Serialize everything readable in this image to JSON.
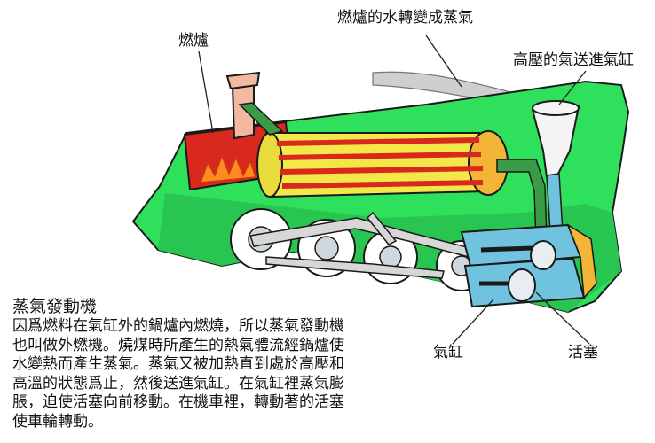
{
  "labels": {
    "furnace": "燃爐",
    "water_to_steam": "燃爐的水轉變成蒸氣",
    "steam_to_cylinder": "高壓的氣送進氣缸",
    "cylinder": "氣缸",
    "piston": "活塞"
  },
  "explanation": {
    "title": "蒸氣發動機",
    "body": "因爲燃料在氣缸外的鍋爐內燃燒，所以蒸氣發動機也叫做外燃機。燒煤時所產生的熱氣體流經鍋爐使水變熱而產生蒸氣。蒸氣又被加熱直到處於高壓和高溫的狀態爲止，然後送進氣缸。在氣缸裡蒸氣膨脹，迫使活塞向前移動。在機車裡，轉動著的活塞使車輪轉動。"
  },
  "colors": {
    "body": "#2ee05c",
    "firebox": "#d9281e",
    "boiler_tubes": "#f2e84a",
    "chimney": "#f2b9a0",
    "cylinder": "#6fc3df",
    "steam_pipe": "#3a9c46",
    "smoke": "#b8b8b8"
  }
}
